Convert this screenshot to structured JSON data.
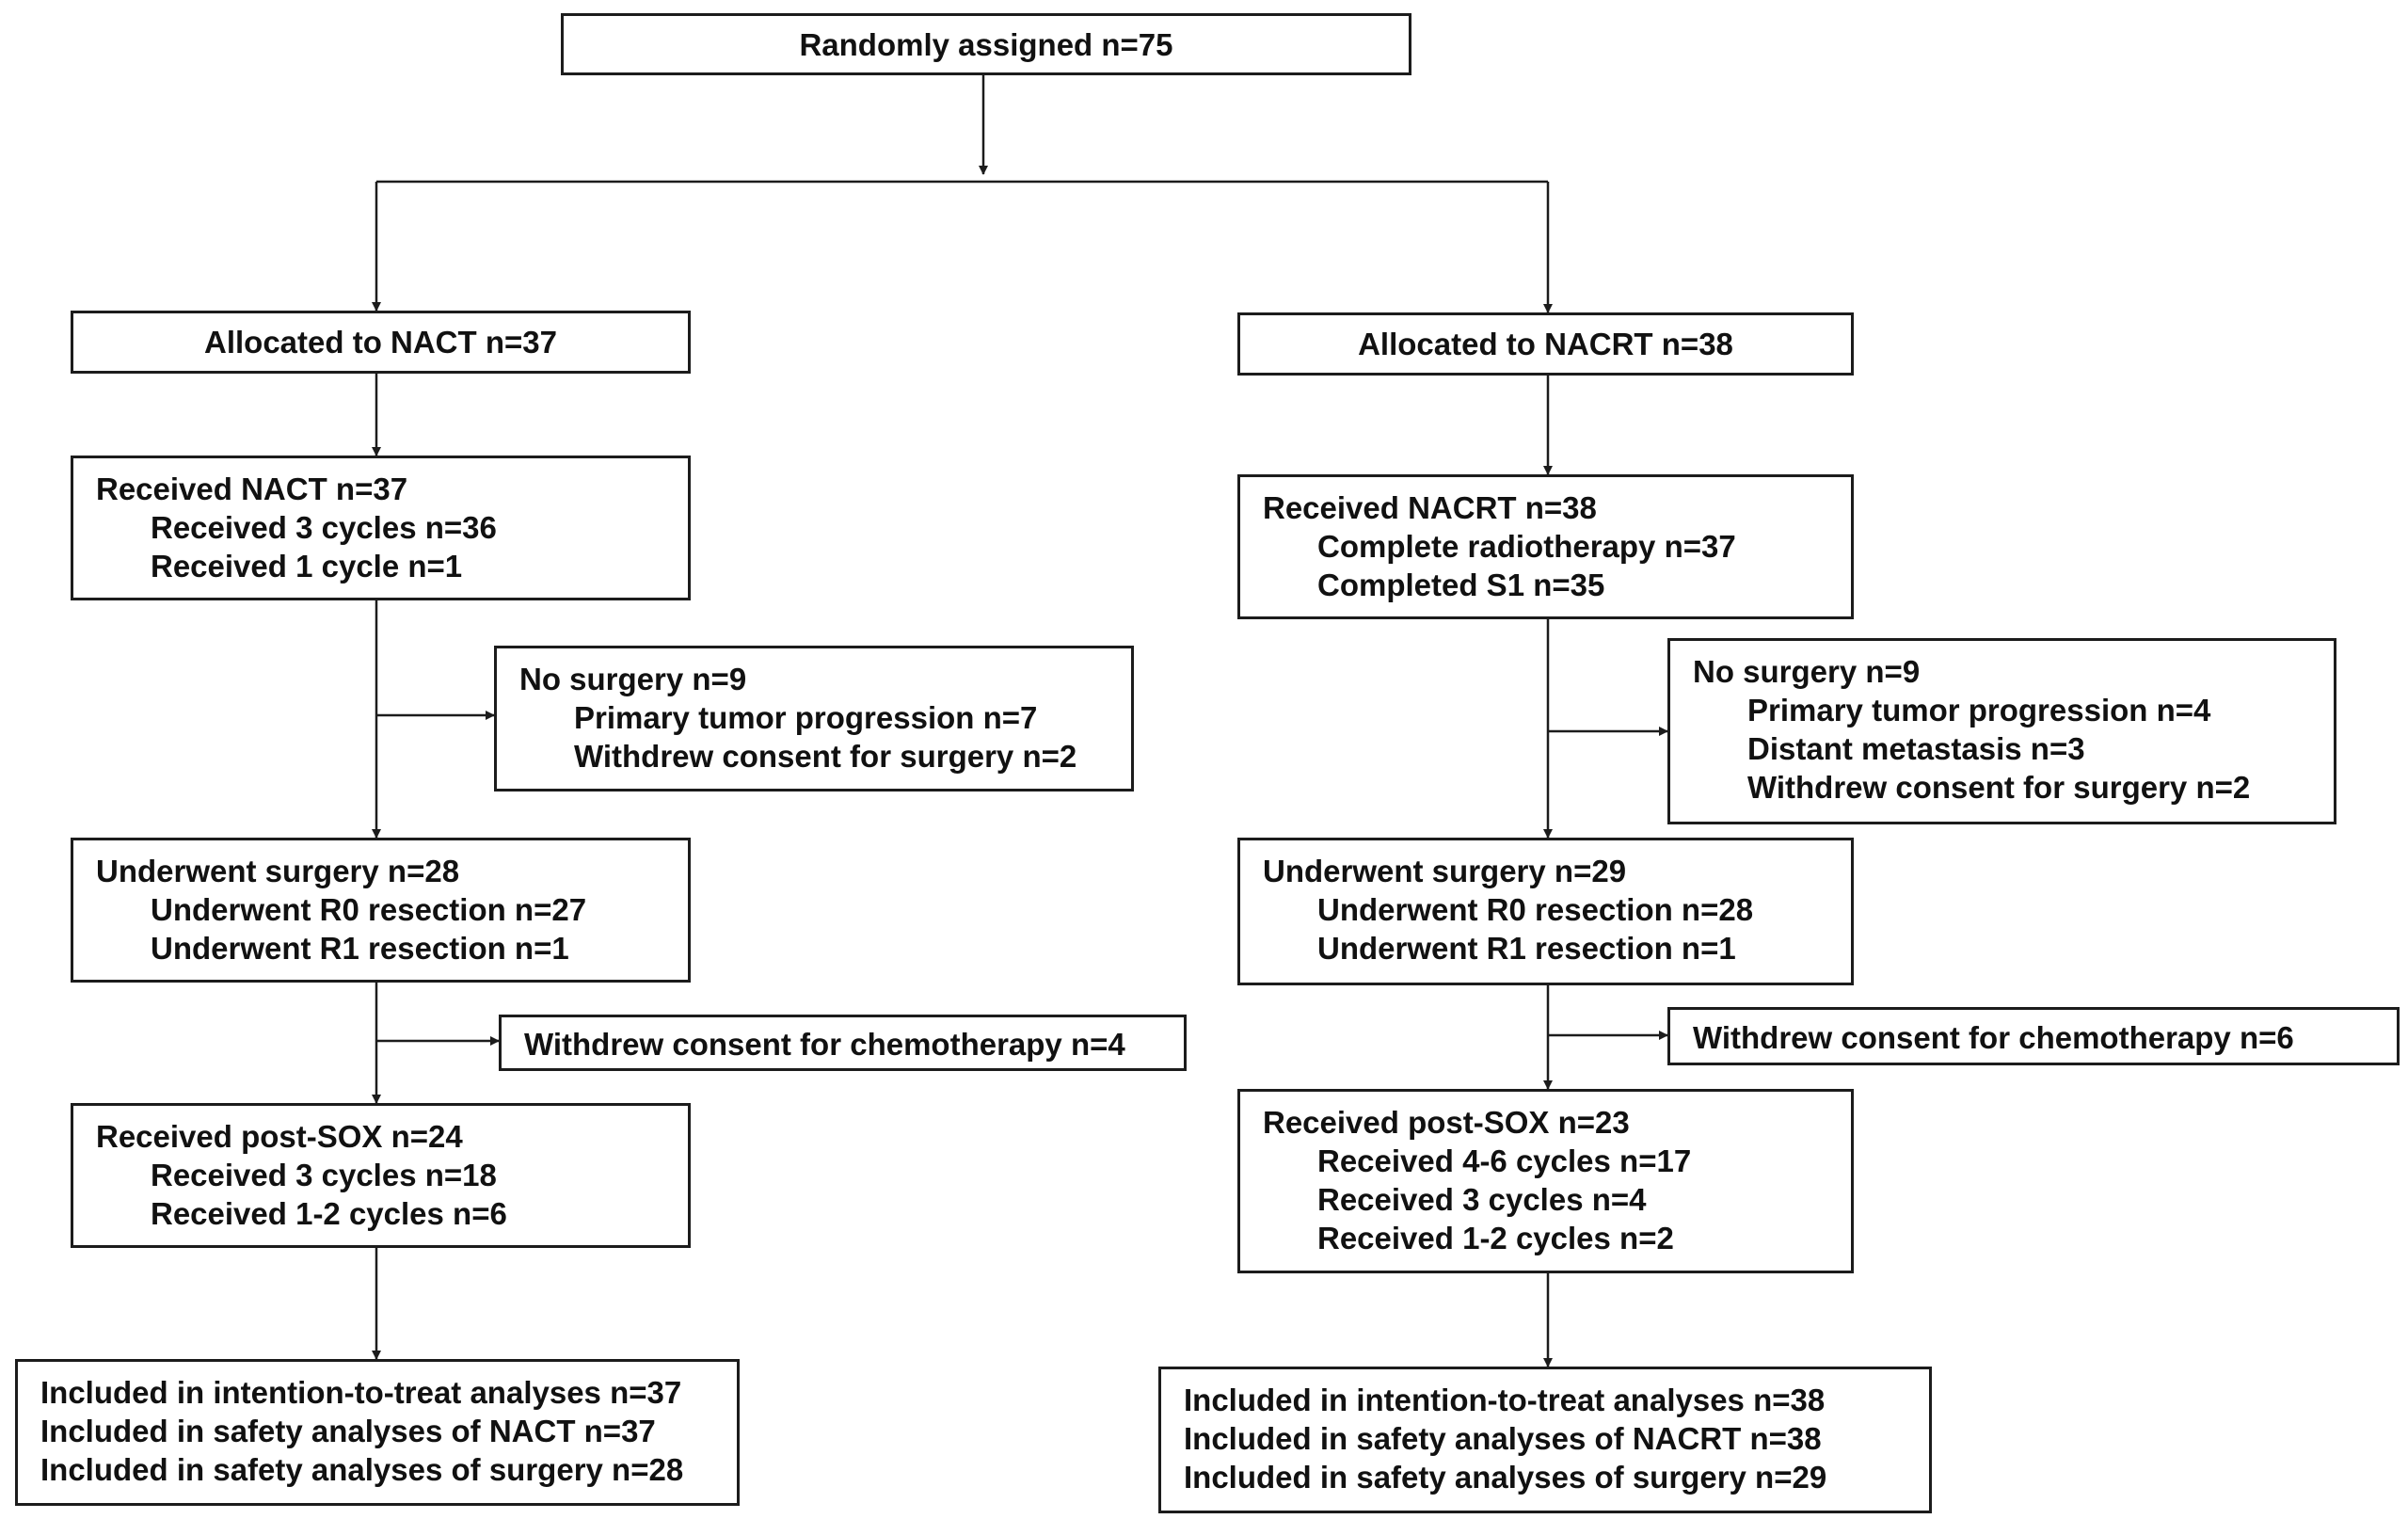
{
  "top": {
    "label": "Randomly assigned n=75"
  },
  "nact": {
    "allocated": "Allocated to NACT n=37",
    "received": {
      "title": "Received NACT n=37",
      "items": [
        "Received 3 cycles n=36",
        "Received 1 cycle n=1"
      ]
    },
    "no_surgery": {
      "title": "No surgery n=9",
      "items": [
        "Primary tumor progression n=7",
        "Withdrew consent for surgery n=2"
      ]
    },
    "surgery": {
      "title": "Underwent surgery n=28",
      "items": [
        "Underwent R0 resection n=27",
        "Underwent R1 resection n=1"
      ]
    },
    "withdrew_chemo": "Withdrew consent for chemotherapy n=4",
    "post_sox": {
      "title": "Received post-SOX n=24",
      "items": [
        "Received 3 cycles n=18",
        "Received 1-2 cycles n=6"
      ]
    },
    "analyses": [
      "Included in intention-to-treat analyses n=37",
      "Included in safety analyses of NACT  n=37",
      "Included in safety analyses of surgery n=28"
    ]
  },
  "nacrt": {
    "allocated": "Allocated to NACRT n=38",
    "received": {
      "title": "Received NACRT n=38",
      "items": [
        "Complete radiotherapy n=37",
        "Completed S1 n=35"
      ]
    },
    "no_surgery": {
      "title": "No surgery n=9",
      "items": [
        "Primary tumor progression n=4",
        "Distant metastasis n=3",
        "Withdrew consent for surgery n=2"
      ]
    },
    "surgery": {
      "title": "Underwent surgery n=29",
      "items": [
        "Underwent R0 resection n=28",
        "Underwent R1 resection n=1"
      ]
    },
    "withdrew_chemo": "Withdrew consent for chemotherapy n=6",
    "post_sox": {
      "title": "Received post-SOX n=23",
      "items": [
        "Received 4-6 cycles n=17",
        "Received 3 cycles n=4",
        "Received 1-2 cycles n=2"
      ]
    },
    "analyses": [
      "Included in intention-to-treat analyses n=38",
      "Included in safety analyses  of NACRT n=38",
      "Included in safety analyses of surgery n=29"
    ]
  }
}
